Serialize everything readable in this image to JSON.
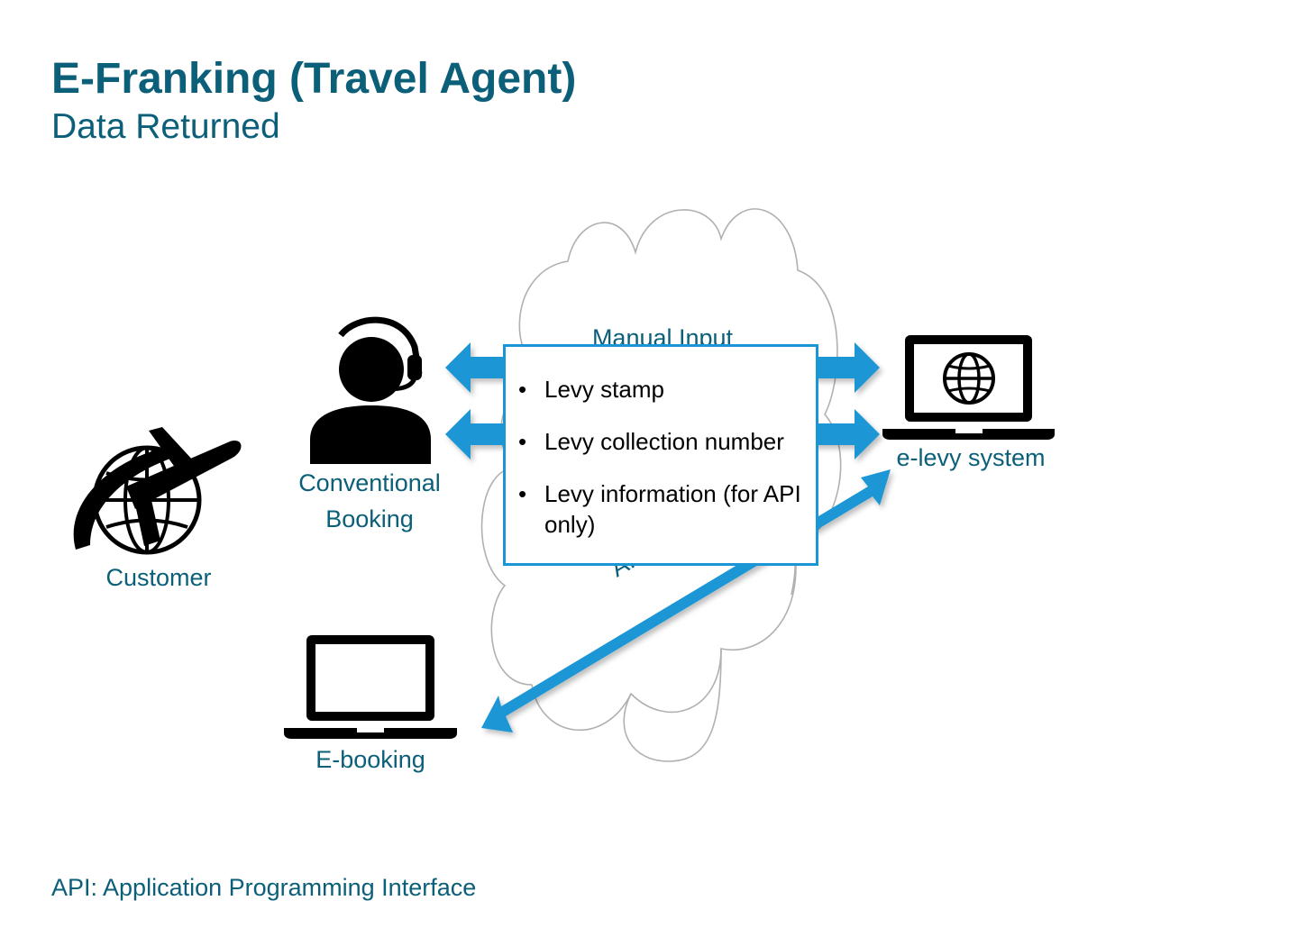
{
  "title": "E-Franking (Travel Agent)",
  "subtitle": "Data Returned",
  "nodes": {
    "customer": "Customer",
    "conventional_booking_line1": "Conventional",
    "conventional_booking_line2": "Booking",
    "e_booking": "E-booking",
    "e_levy_system": "e-levy system"
  },
  "edges": {
    "manual_input": "Manual Input",
    "api_input": "API Input"
  },
  "info_box": {
    "items": [
      "Levy stamp",
      "Levy collection number",
      "Levy information (for API only)"
    ]
  },
  "footnote": "API: Application Programming Interface",
  "colors": {
    "title": "#0b5f78",
    "arrow": "#1a96d4",
    "cloud_outline": "#b0b0b0"
  },
  "icons": {
    "customer": "airplane-globe-icon",
    "conventional_booking": "headset-agent-icon",
    "e_booking": "laptop-icon",
    "e_levy_system": "laptop-globe-icon"
  }
}
